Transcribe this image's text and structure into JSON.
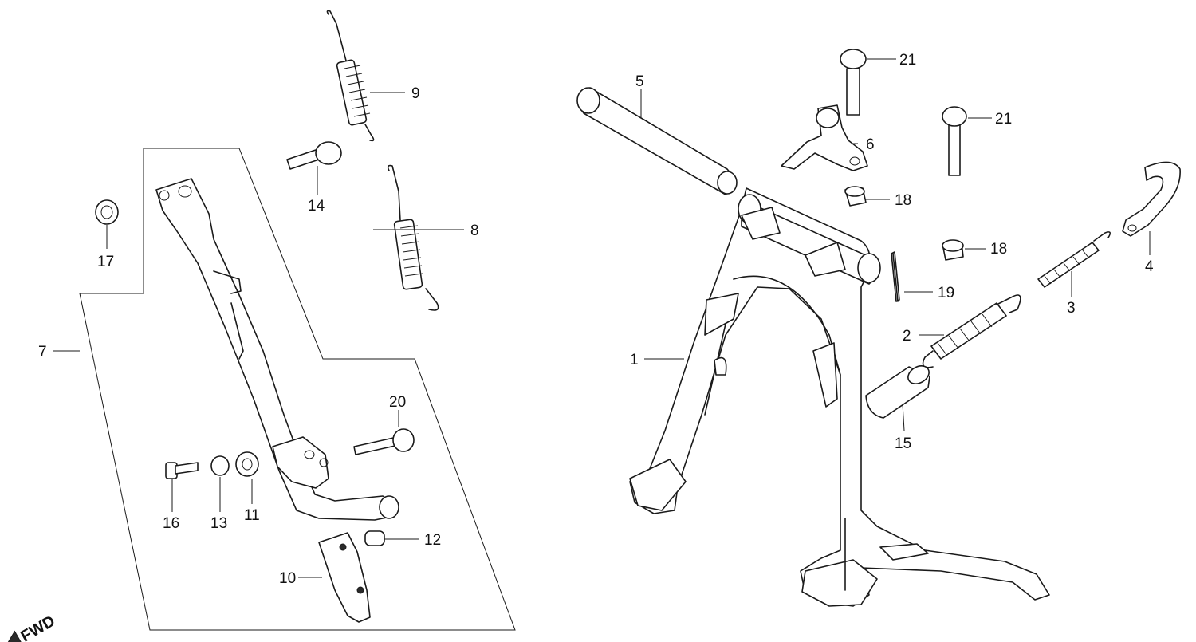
{
  "labels": {
    "p1": "1",
    "p2": "2",
    "p3": "3",
    "p4": "4",
    "p5": "5",
    "p6": "6",
    "p7": "7",
    "p8": "8",
    "p9": "9",
    "p10": "10",
    "p11": "11",
    "p12": "12",
    "p13": "13",
    "p14": "14",
    "p15": "15",
    "p16": "16",
    "p17": "17",
    "p18a": "18",
    "p18b": "18",
    "p19": "19",
    "p20": "20",
    "p21a": "21",
    "p21b": "21"
  },
  "direction_mark": "FWD"
}
